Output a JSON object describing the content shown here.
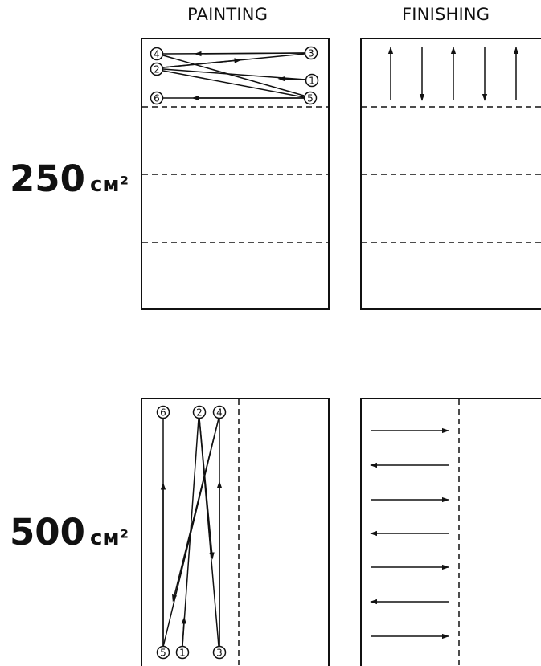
{
  "headers": {
    "painting": "PAINTING",
    "finishing": "FINISHING"
  },
  "areas": {
    "small": {
      "value": "250",
      "unit": "см²"
    },
    "large": {
      "value": "500",
      "unit": "см²"
    }
  },
  "painting_small_steps": [
    "1",
    "2",
    "3",
    "4",
    "5",
    "6"
  ],
  "painting_large_steps": [
    "1",
    "2",
    "3",
    "4",
    "5",
    "6"
  ]
}
